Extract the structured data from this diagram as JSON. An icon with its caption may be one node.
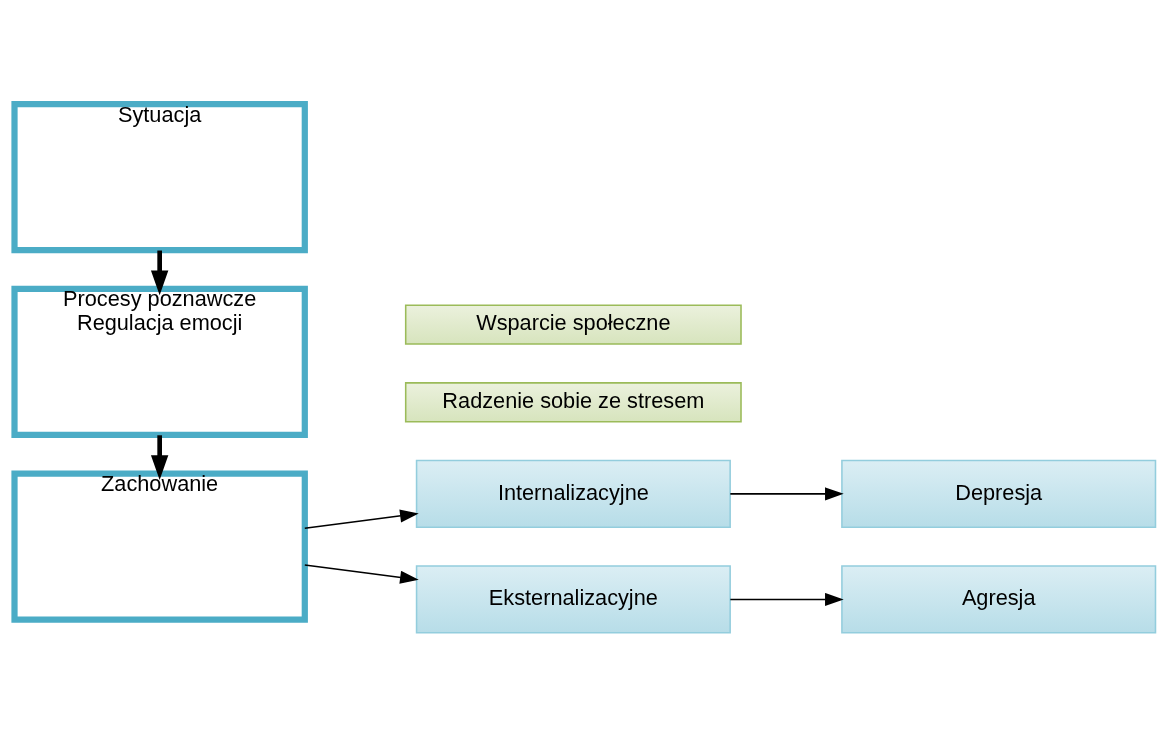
{
  "diagram": {
    "nodes": [
      {
        "text": [
          "Sytuacja"
        ]
      },
      {
        "text": [
          "Procesy poznawcze",
          "Regulacja emocji"
        ]
      },
      {
        "text": [
          "Zachowanie"
        ]
      },
      {
        "text": [
          "Internalizacyjne"
        ]
      },
      {
        "text": [
          "Depresja"
        ]
      },
      {
        "text": [
          "Radzenie sobie ze stresem"
        ]
      },
      {
        "text": [
          "Wsparcie społeczne"
        ]
      },
      {
        "text": [
          "Eksternalizacyjne"
        ]
      },
      {
        "text": [
          "Agresja"
        ]
      }
    ],
    "edges": [
      {
        "from": 0,
        "to": 1,
        "arrow": "to",
        "style": "thick"
      },
      {
        "from": 1,
        "to": 2,
        "arrow": "to",
        "style": "thick"
      },
      {
        "from": 2,
        "to": 3,
        "arrow": "to"
      },
      {
        "from": 2,
        "to": 7,
        "arrow": "to"
      },
      {
        "from": 3,
        "to": 4,
        "arrow": "to"
      },
      {
        "from": 7,
        "to": 8,
        "arrow": "to"
      }
    ]
  }
}
